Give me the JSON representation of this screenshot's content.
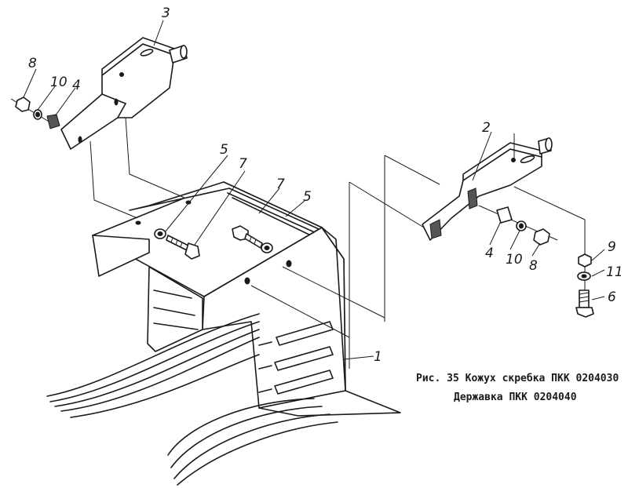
{
  "callouts": {
    "c1": "1",
    "c2": "2",
    "c3": "3",
    "c4_left": "4",
    "c4_right": "4",
    "c5_left": "5",
    "c5_right": "5",
    "c6": "6",
    "c7_left": "7",
    "c7_right": "7",
    "c8_left": "8",
    "c8_right": "8",
    "c9": "9",
    "c10_left": "10",
    "c10_right": "10",
    "c11": "11"
  },
  "caption": {
    "line1": "Рис. 35 Кожух скребка ПКК 0204030",
    "line2": "Державка ПКК 0204040"
  }
}
